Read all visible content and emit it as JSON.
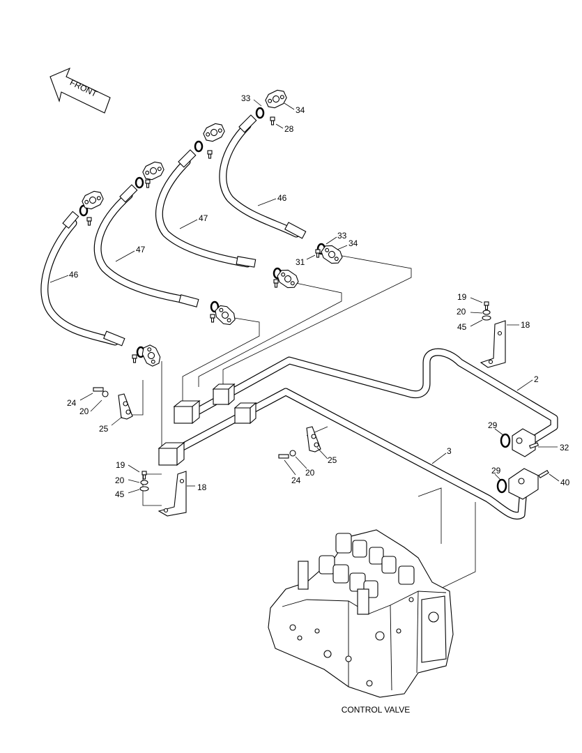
{
  "direction_arrow": {
    "label": "FRONT"
  },
  "callouts": {
    "c33a": "33",
    "c34a": "34",
    "c28": "28",
    "c46a": "46",
    "c47a": "47",
    "c47b": "47",
    "c46b": "46",
    "c33b": "33",
    "c34b": "34",
    "c31": "31",
    "c19a": "19",
    "c20a": "20",
    "c45a": "45",
    "c18a": "18",
    "c2": "2",
    "c24a": "24",
    "c20b": "20",
    "c25a": "25",
    "c29a": "29",
    "c32": "32",
    "c3": "3",
    "c25b": "25",
    "c24b": "24",
    "c20c": "20",
    "c29b": "29",
    "c40": "40",
    "c19b": "19",
    "c20d": "20",
    "c45b": "45",
    "c18b": "18"
  },
  "component_label": "CONTROL VALVE"
}
